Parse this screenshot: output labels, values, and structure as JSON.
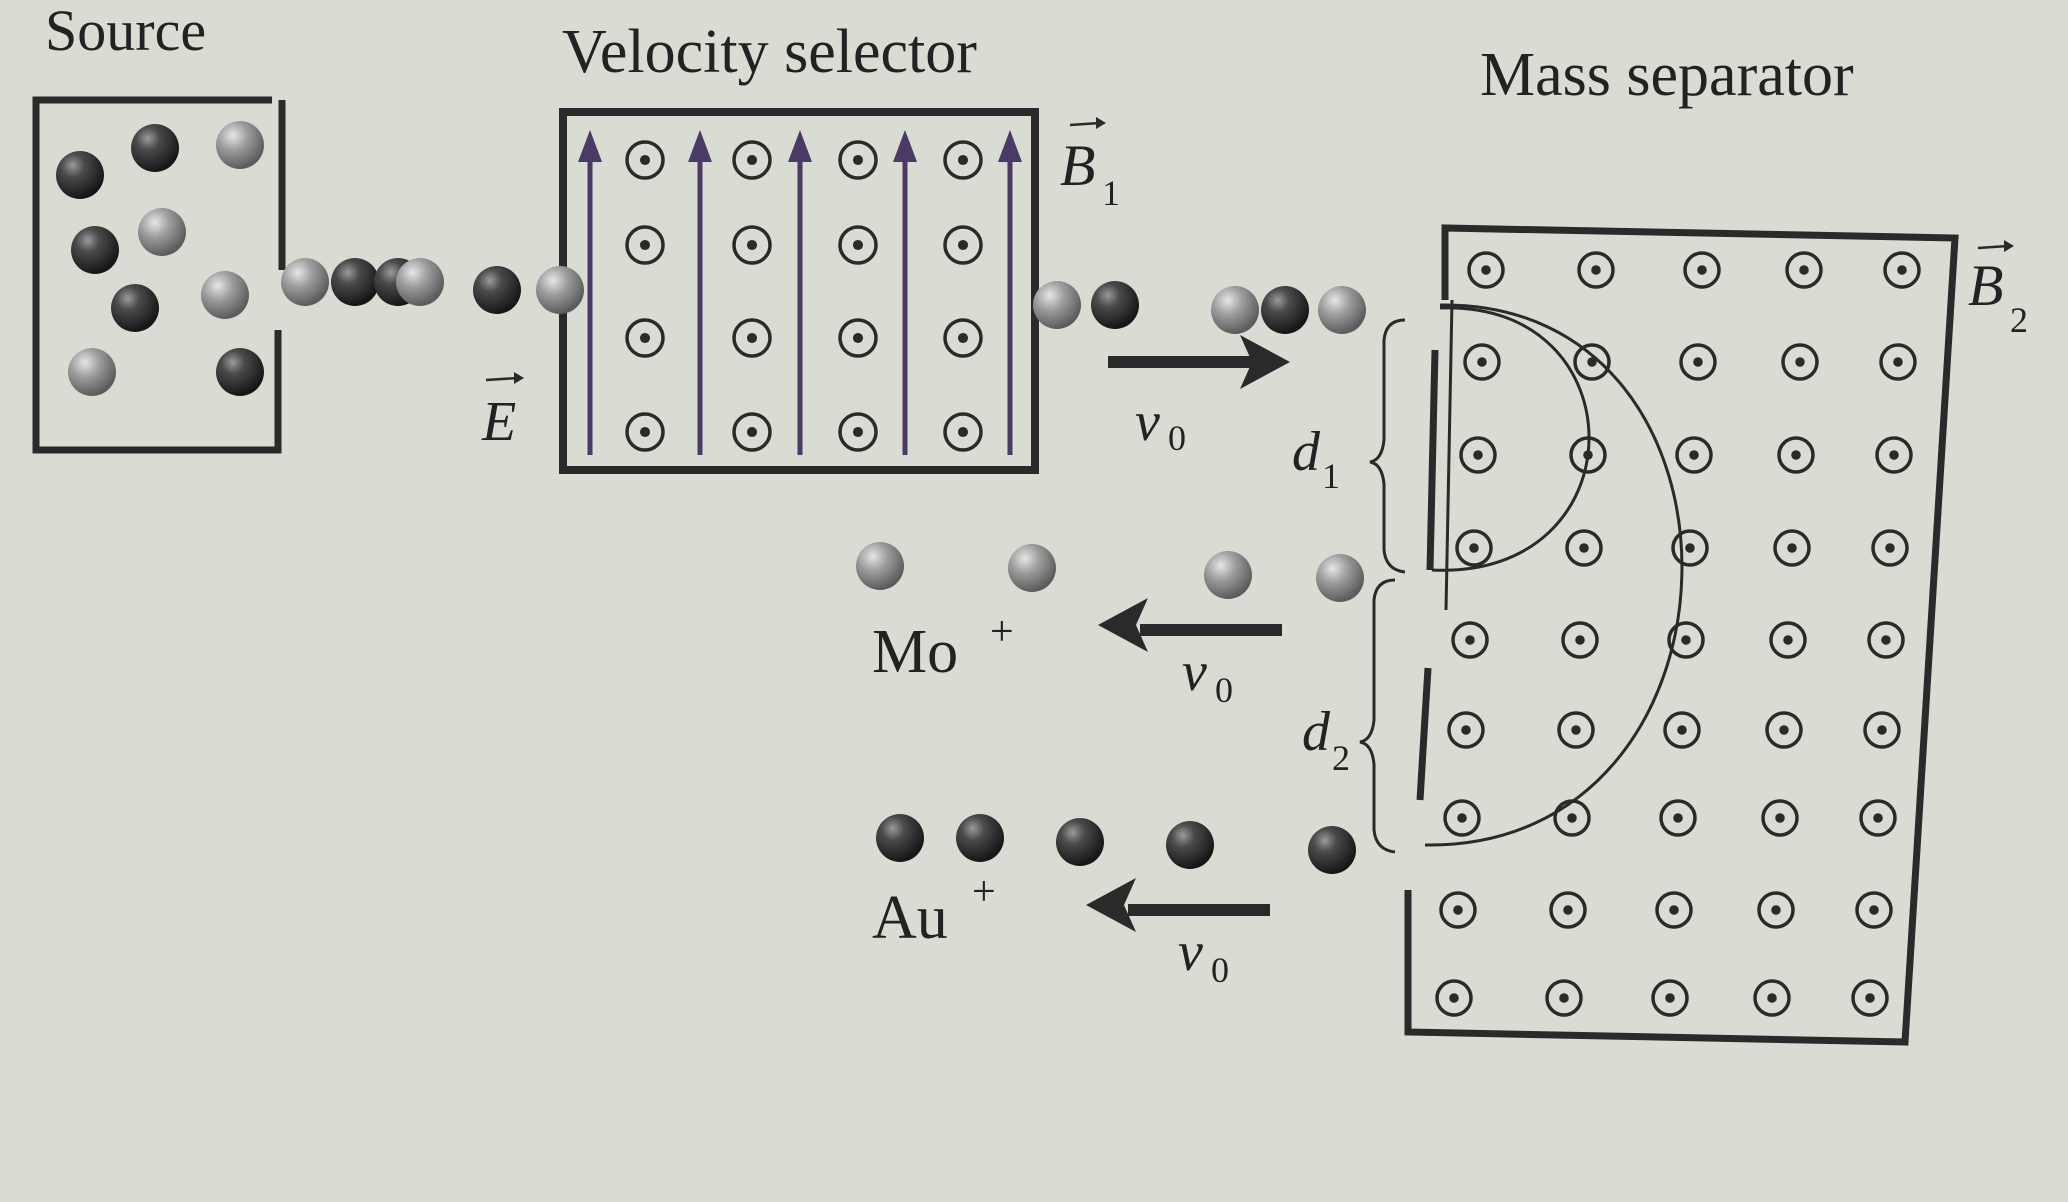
{
  "labels": {
    "source": "Source",
    "velocity_selector": "Velocity selector",
    "mass_separator": "Mass separator",
    "e_field": "E",
    "b1": "B",
    "b1_sub": "1",
    "b2": "B",
    "b2_sub": "2",
    "v0": "v",
    "v0_sub": "0",
    "d": "d",
    "d1_sub": "1",
    "d2_sub": "2",
    "mo": "Mo",
    "au": "Au",
    "ion_charge": "+"
  },
  "icons": {
    "field_out": "dot-in-circle-icon",
    "beam_arrow": "arrow-icon",
    "field_line": "up-arrow-icon"
  },
  "colors": {
    "background": "#d9dcd2",
    "ink": "#2a2a2a",
    "field_lines": "#4b3a66",
    "dark_ion": "#2e2e2e",
    "light_ion": "#8c8c8c"
  }
}
